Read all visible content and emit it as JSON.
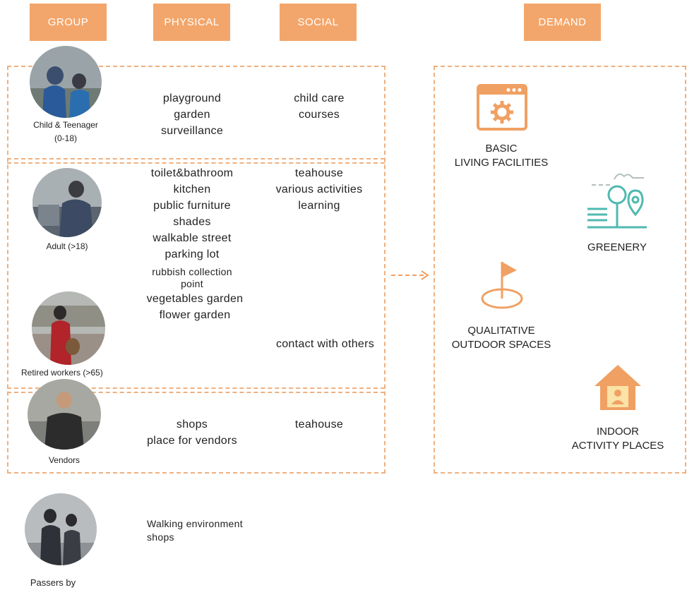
{
  "headers": {
    "group": "GROUP",
    "physical": "PHYSICAL",
    "social": "SOCIAL",
    "demand": "DEMAND"
  },
  "groups": {
    "child": {
      "label_line1": "Child & Teenager",
      "label_line2": "(0-18)"
    },
    "adult": {
      "label": "Adult (>18)"
    },
    "retired": {
      "label": "Retired workers (>65)"
    },
    "vendors": {
      "label": "Vendors"
    },
    "passers": {
      "label": "Passers by"
    }
  },
  "physical": {
    "child": [
      "playground",
      "garden",
      "surveillance"
    ],
    "adult": [
      "toilet&bathroom",
      "kitchen",
      "public furniture",
      "shades",
      "walkable street",
      "parking lot"
    ],
    "adult_small": [
      "rubbish collection",
      "point"
    ],
    "adult_more": [
      "vegetables garden",
      "flower garden"
    ],
    "vendors": [
      "shops",
      "place for vendors"
    ],
    "passers": [
      "Walking environment",
      "shops"
    ]
  },
  "social": {
    "child": [
      "child care",
      "courses"
    ],
    "adult": [
      "teahouse",
      "various activities",
      "learning"
    ],
    "retired": [
      "contact with others"
    ],
    "vendors": [
      "teahouse"
    ]
  },
  "demand": {
    "basic": [
      "BASIC",
      "LIVING FACILITIES"
    ],
    "greenery": [
      "GREENERY"
    ],
    "outdoor": [
      "QUALITATIVE",
      "OUTDOOR SPACES"
    ],
    "indoor": [
      "INDOOR",
      "ACTIVITY PLACES"
    ]
  },
  "colors": {
    "accent": "#f3a66b",
    "icon_orange": "#f0a063",
    "greenery": "#4fb9b0",
    "dash": "#f0b07e"
  }
}
